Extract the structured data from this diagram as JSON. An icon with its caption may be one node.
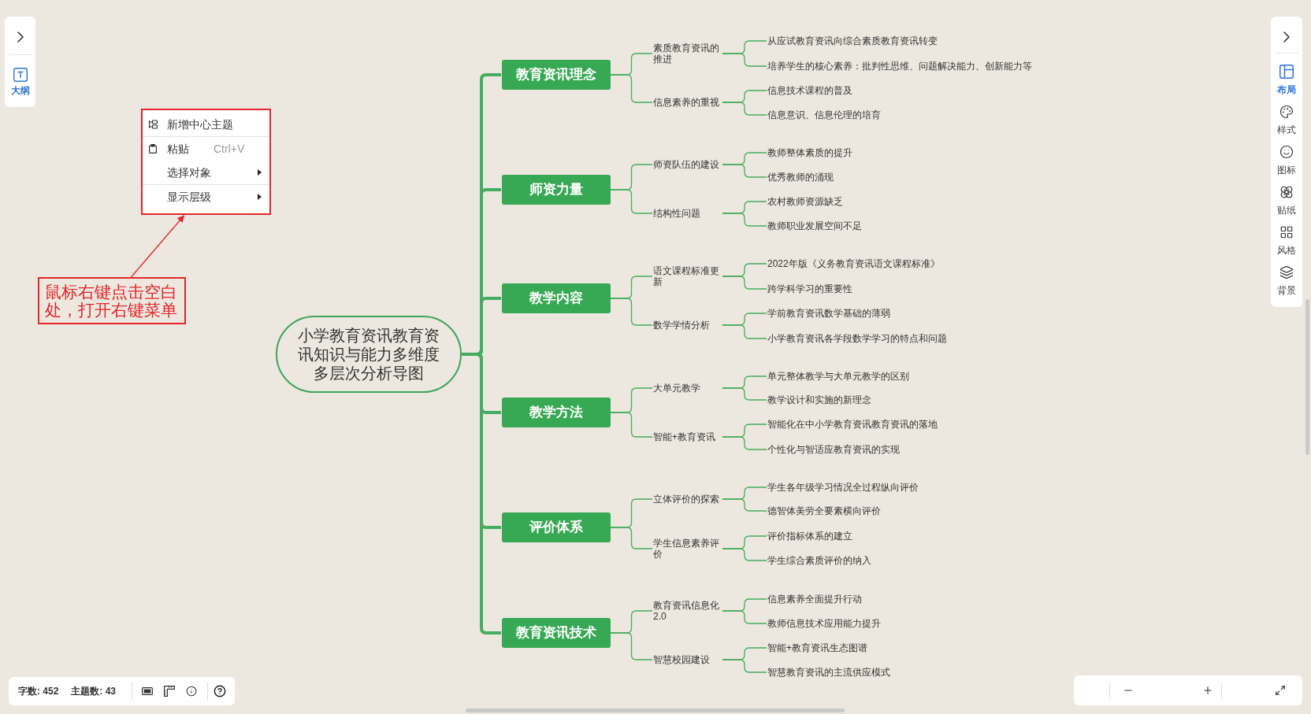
{
  "diagram": {
    "nodes": [
      {
        "text": [
          "新增中心主题",
          "粘贴",
          "Ctrl+V",
          "选择对象",
          "显示层级"
        ]
      },
      {
        "text": [
          "鼠标右键点击空白处，打开右键菜单"
        ]
      },
      {
        "text": [
          "小学教育资讯教育资讯知识与能力多维度多层次分析导图"
        ]
      },
      {
        "text": [
          "教育资讯理念"
        ]
      },
      {
        "text": [
          "素质教育资讯的推进"
        ]
      },
      {
        "text": [
          "从应试教育资讯向综合素质教育资讯转变"
        ]
      },
      {
        "text": [
          "培养学生的核心素养：批判性思维、问题解决能力、创新能力等"
        ]
      },
      {
        "text": [
          "信息素养的重视"
        ]
      },
      {
        "text": [
          "信息技术课程的普及"
        ]
      },
      {
        "text": [
          "信息意识、信息伦理的培育"
        ]
      },
      {
        "text": [
          "师资力量"
        ]
      },
      {
        "text": [
          "师资队伍的建设"
        ]
      },
      {
        "text": [
          "教师整体素质的提升"
        ]
      },
      {
        "text": [
          "优秀教师的涌现"
        ]
      },
      {
        "text": [
          "结构性问题"
        ]
      },
      {
        "text": [
          "农村教师资源缺乏"
        ]
      },
      {
        "text": [
          "教师职业发展空间不足"
        ]
      },
      {
        "text": [
          "教学内容"
        ]
      },
      {
        "text": [
          "语文课程标准更新"
        ]
      },
      {
        "text": [
          "2022年版《义务教育资讯语文课程标准》"
        ]
      },
      {
        "text": [
          "跨学科学习的重要性"
        ]
      },
      {
        "text": [
          "数学学情分析"
        ]
      },
      {
        "text": [
          "学前教育资讯数学基础的薄弱"
        ]
      },
      {
        "text": [
          "小学教育资讯各学段数学学习的特点和问题"
        ]
      },
      {
        "text": [
          "教学方法"
        ]
      },
      {
        "text": [
          "大单元教学"
        ]
      },
      {
        "text": [
          "单元整体教学与大单元教学的区别"
        ]
      },
      {
        "text": [
          "教学设计和实施的新理念"
        ]
      },
      {
        "text": [
          "智能+教育资讯"
        ]
      },
      {
        "text": [
          "智能化在中小学教育资讯教育资讯的落地"
        ]
      },
      {
        "text": [
          "个性化与智适应教育资讯的实现"
        ]
      },
      {
        "text": [
          "评价体系"
        ]
      },
      {
        "text": [
          "立体评价的探索"
        ]
      },
      {
        "text": [
          "学生各年级学习情况全过程纵向评价"
        ]
      },
      {
        "text": [
          "德智体美劳全要素横向评价"
        ]
      },
      {
        "text": [
          "学生信息素养评价"
        ]
      },
      {
        "text": [
          "评价指标体系的建立"
        ]
      },
      {
        "text": [
          "学生综合素质评价的纳入"
        ]
      },
      {
        "text": [
          "教育资讯技术"
        ]
      },
      {
        "text": [
          "教育资讯信息化2.0"
        ]
      },
      {
        "text": [
          "信息素养全面提升行动"
        ]
      },
      {
        "text": [
          "教师信息技术应用能力提升"
        ]
      },
      {
        "text": [
          "智慧校园建设"
        ]
      },
      {
        "text": [
          "智能+教育资讯生态图谱"
        ]
      },
      {
        "text": [
          "智慧教育资讯的主流供应模式"
        ]
      }
    ],
    "edges": [
      {
        "from": 1,
        "to": 0,
        "arrow": "to",
        "color": "#e3262b"
      },
      {
        "from": 2,
        "to": 3,
        "arrow": "none",
        "style": "thick"
      },
      {
        "from": 3,
        "to": 4,
        "arrow": "none"
      },
      {
        "from": 4,
        "to": 5,
        "arrow": "none"
      },
      {
        "from": 4,
        "to": 6,
        "arrow": "none"
      },
      {
        "from": 3,
        "to": 7,
        "arrow": "none"
      },
      {
        "from": 7,
        "to": 8,
        "arrow": "none"
      },
      {
        "from": 7,
        "to": 9,
        "arrow": "none"
      },
      {
        "from": 2,
        "to": 10,
        "arrow": "none",
        "style": "thick"
      },
      {
        "from": 10,
        "to": 11,
        "arrow": "none"
      },
      {
        "from": 11,
        "to": 12,
        "arrow": "none"
      },
      {
        "from": 11,
        "to": 13,
        "arrow": "none"
      },
      {
        "from": 10,
        "to": 14,
        "arrow": "none"
      },
      {
        "from": 14,
        "to": 15,
        "arrow": "none"
      },
      {
        "from": 14,
        "to": 16,
        "arrow": "none"
      },
      {
        "from": 2,
        "to": 17,
        "arrow": "none",
        "style": "thick"
      },
      {
        "from": 17,
        "to": 18,
        "arrow": "none"
      },
      {
        "from": 18,
        "to": 19,
        "arrow": "none"
      },
      {
        "from": 18,
        "to": 20,
        "arrow": "none"
      },
      {
        "from": 17,
        "to": 21,
        "arrow": "none"
      },
      {
        "from": 21,
        "to": 22,
        "arrow": "none"
      },
      {
        "from": 21,
        "to": 23,
        "arrow": "none"
      },
      {
        "from": 2,
        "to": 24,
        "arrow": "none",
        "style": "thick"
      },
      {
        "from": 24,
        "to": 25,
        "arrow": "none"
      },
      {
        "from": 25,
        "to": 26,
        "arrow": "none"
      },
      {
        "from": 25,
        "to": 27,
        "arrow": "none"
      },
      {
        "from": 24,
        "to": 28,
        "arrow": "none"
      },
      {
        "from": 28,
        "to": 29,
        "arrow": "none"
      },
      {
        "from": 28,
        "to": 30,
        "arrow": "none"
      },
      {
        "from": 2,
        "to": 31,
        "arrow": "none",
        "style": "thick"
      },
      {
        "from": 31,
        "to": 32,
        "arrow": "none"
      },
      {
        "from": 32,
        "to": 33,
        "arrow": "none"
      },
      {
        "from": 32,
        "to": 34,
        "arrow": "none"
      },
      {
        "from": 31,
        "to": 35,
        "arrow": "none"
      },
      {
        "from": 35,
        "to": 36,
        "arrow": "none"
      },
      {
        "from": 35,
        "to": 37,
        "arrow": "none"
      },
      {
        "from": 2,
        "to": 38,
        "arrow": "none",
        "style": "thick"
      },
      {
        "from": 38,
        "to": 39,
        "arrow": "none"
      },
      {
        "from": 39,
        "to": 40,
        "arrow": "none"
      },
      {
        "from": 39,
        "to": 41,
        "arrow": "none"
      },
      {
        "from": 38,
        "to": 42,
        "arrow": "none"
      },
      {
        "from": 42,
        "to": 43,
        "arrow": "none"
      },
      {
        "from": 42,
        "to": 44,
        "arrow": "none"
      }
    ],
    "labels": [
      "大纲",
      "布局",
      "样式",
      "图标",
      "贴纸",
      "风格",
      "背景",
      "字数: 452",
      "主题数: 43"
    ]
  }
}
